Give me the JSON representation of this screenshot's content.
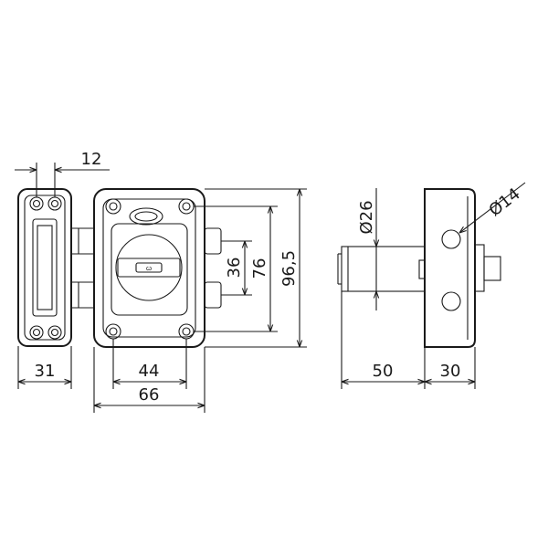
{
  "front_view": {
    "dim_strike_pin_spacing": "12",
    "dim_strike_width": "31",
    "dim_screw_spacing": "44",
    "dim_body_width": "66",
    "dim_bolt_spacing": "36",
    "dim_screw_height": "76",
    "dim_body_height": "96,5"
  },
  "side_view": {
    "dim_cylinder_diameter": "Ø26",
    "dim_knob_diameter": "Ø14",
    "dim_cylinder_length": "50",
    "dim_body_depth": "30"
  }
}
